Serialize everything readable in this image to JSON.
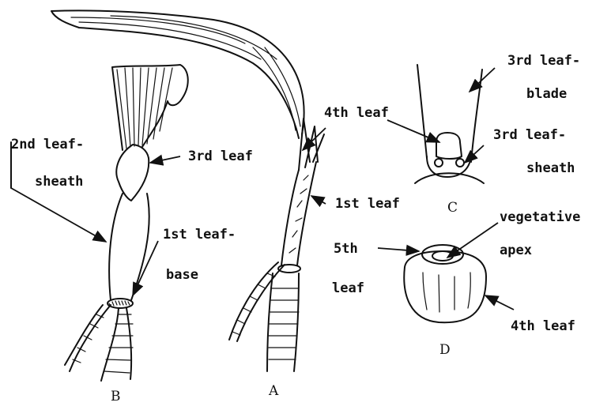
{
  "figure_labels": {
    "a": "A",
    "b": "B",
    "c": "C",
    "d": "D"
  },
  "labels": {
    "b_second_leaf_line1": "2nd leaf-",
    "b_second_leaf_line2": "sheath",
    "b_third_leaf": "3rd leaf",
    "b_first_leaf_line1": "1st leaf-",
    "b_first_leaf_line2": "base",
    "a_fourth_leaf": "4th leaf",
    "a_first_leaf": "1st leaf",
    "c_third_blade_line1": "3rd leaf-",
    "c_third_blade_line2": "blade",
    "c_third_sheath_line1": "3rd leaf-",
    "c_third_sheath_line2": "sheath",
    "d_vegetative_line1": "vegetative",
    "d_vegetative_line2": "apex",
    "d_fifth_leaf_line1": "5th",
    "d_fifth_leaf_line2": "leaf",
    "d_fourth_leaf": "4th leaf"
  }
}
